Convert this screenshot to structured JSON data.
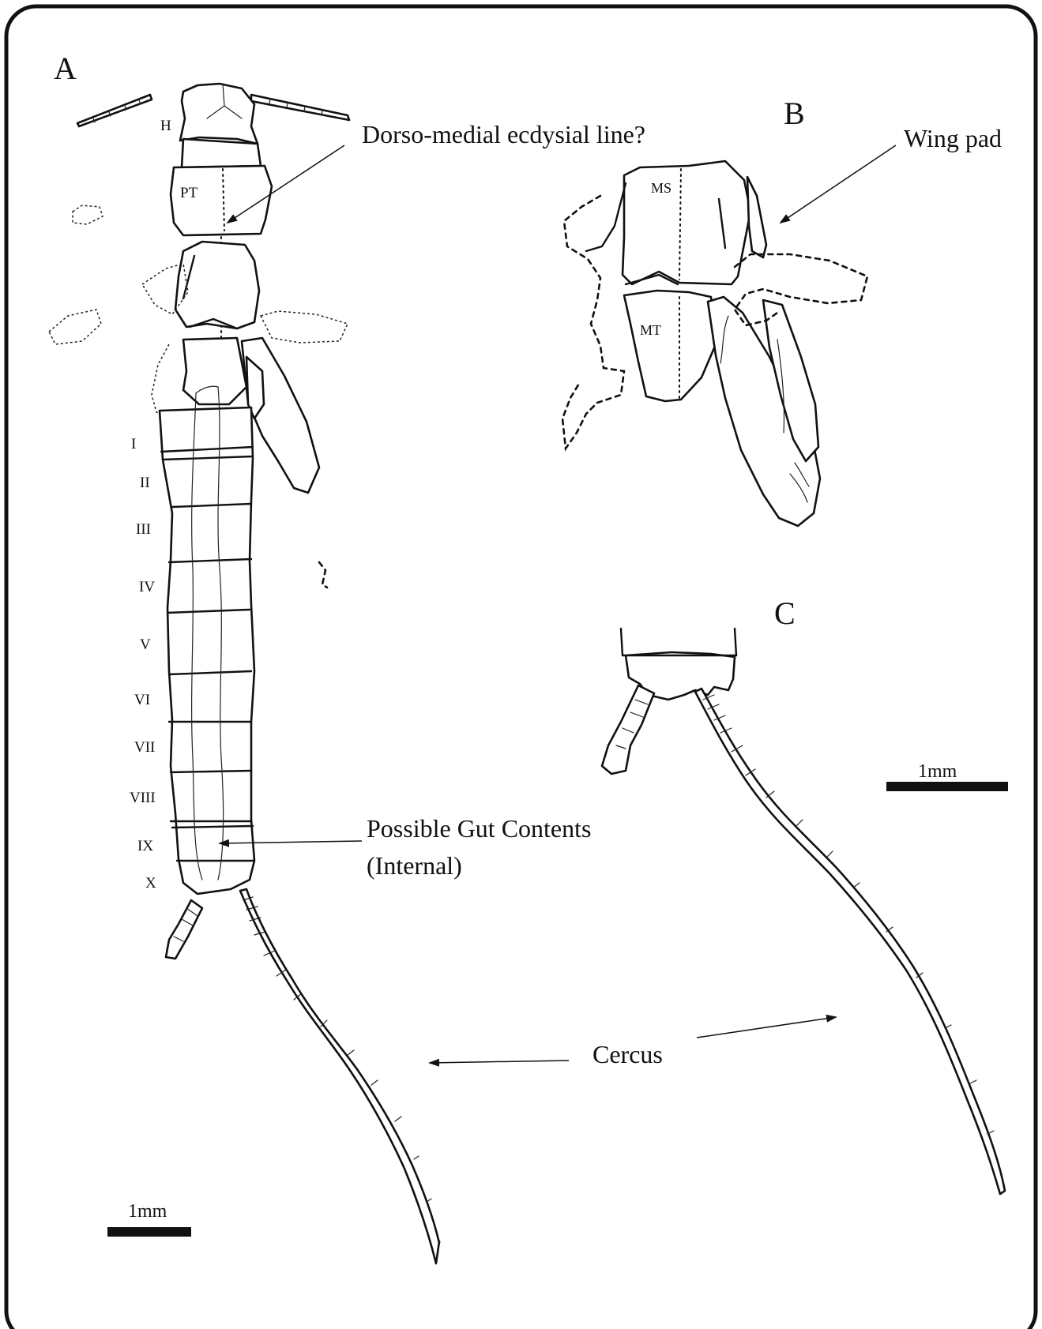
{
  "panels": {
    "a": {
      "letter": "A"
    },
    "b": {
      "letter": "B"
    },
    "c": {
      "letter": "C"
    }
  },
  "annotations": {
    "ecdysial_line": "Dorso-medial ecdysial line?",
    "wing_pad": "Wing pad",
    "gut_contents_line1": "Possible Gut Contents",
    "gut_contents_line2": "(Internal)",
    "cercus": "Cercus"
  },
  "body_labels": {
    "head": "H",
    "prothorax": "PT",
    "mesothorax": "MS",
    "metathorax": "MT"
  },
  "segments": [
    "I",
    "II",
    "III",
    "IV",
    "V",
    "VI",
    "VII",
    "VIII",
    "IX",
    "X"
  ],
  "scale_bars": {
    "a": "1mm",
    "c": "1mm"
  },
  "colors": {
    "ink": "#111111",
    "background": "#ffffff",
    "frame": "#111111"
  }
}
